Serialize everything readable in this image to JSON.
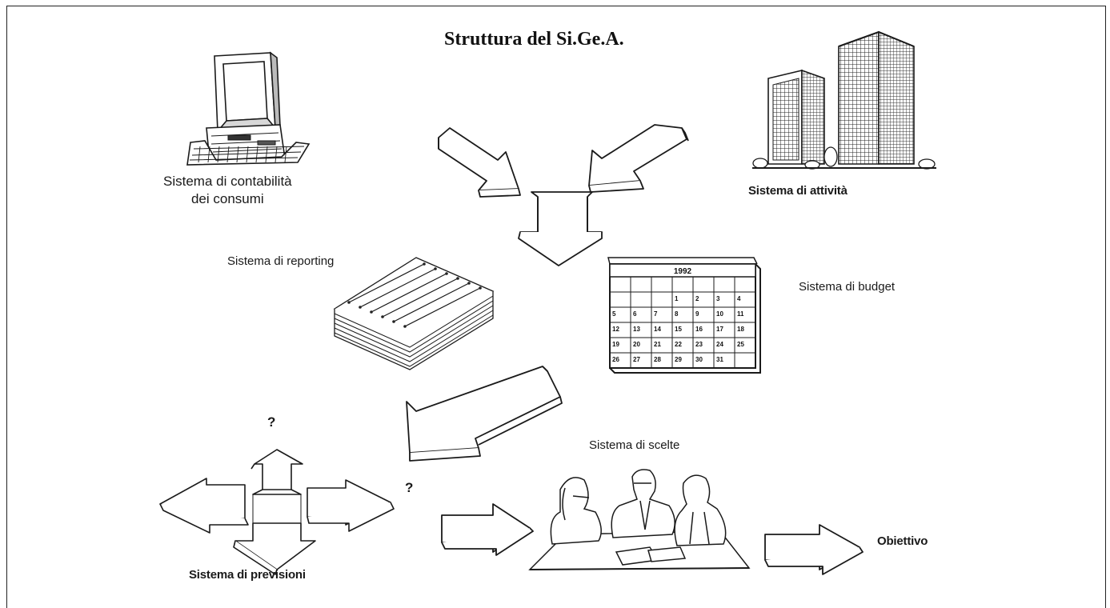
{
  "diagram": {
    "title": "Struttura del Si.Ge.A.",
    "labels": {
      "consumi": "Sistema di contabilità\ndei consumi",
      "attivita": "Sistema di attività",
      "reporting": "Sistema di reporting",
      "budget": "Sistema di budget",
      "previsioni": "Sistema di previsioni",
      "scelte": "Sistema di scelte",
      "obiettivo": "Obiettivo"
    },
    "question_marks": [
      "?",
      "?"
    ],
    "calendar": {
      "year": "1992",
      "days": [
        "1",
        "2",
        "3",
        "4",
        "5",
        "6",
        "7",
        "8",
        "9",
        "10",
        "11",
        "12",
        "13",
        "14",
        "15",
        "16",
        "17",
        "18",
        "19",
        "20",
        "21",
        "22",
        "23",
        "24",
        "25",
        "26",
        "27",
        "28",
        "29",
        "30",
        "31"
      ]
    },
    "icons": [
      "computer-icon",
      "office-buildings-icon",
      "report-paper-stack-icon",
      "calendar-icon",
      "meeting-people-icon"
    ],
    "colors": {
      "ink": "#1a1a1a",
      "paper": "#ffffff"
    }
  }
}
